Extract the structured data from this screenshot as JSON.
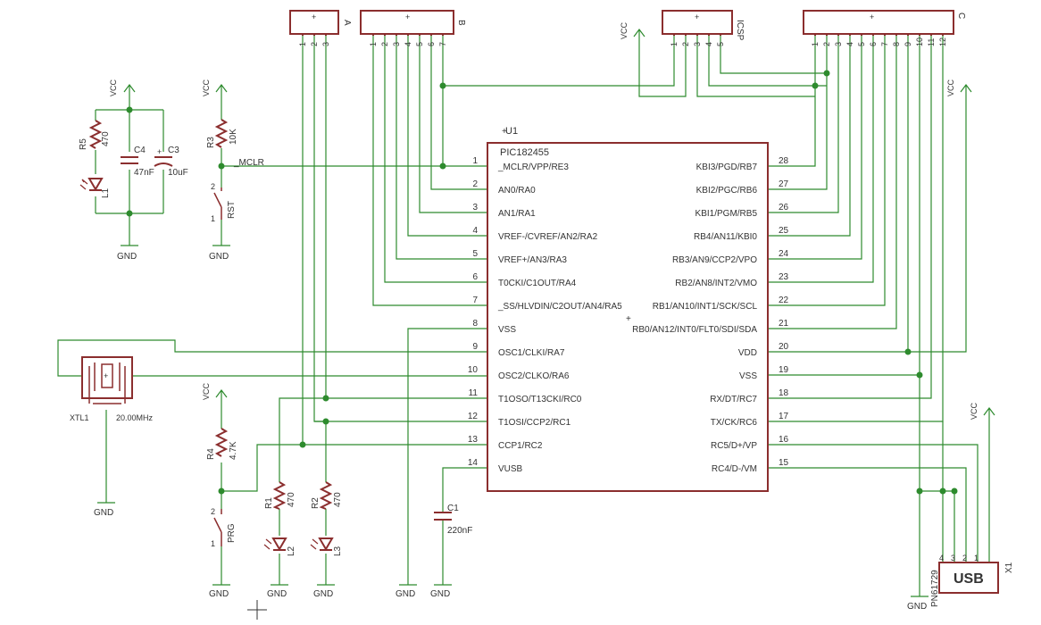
{
  "colors": {
    "wire": "#2e8b2e",
    "part": "#8b2e2e",
    "text": "#333333",
    "background": "#ffffff"
  },
  "mcu": {
    "ref": "U1",
    "value": "PIC182455",
    "left_pins": [
      {
        "num": "1",
        "name": "_MCLR/VPP/RE3"
      },
      {
        "num": "2",
        "name": "AN0/RA0"
      },
      {
        "num": "3",
        "name": "AN1/RA1"
      },
      {
        "num": "4",
        "name": "VREF-/CVREF/AN2/RA2"
      },
      {
        "num": "5",
        "name": "VREF+/AN3/RA3"
      },
      {
        "num": "6",
        "name": "T0CKI/C1OUT/RA4"
      },
      {
        "num": "7",
        "name": "_SS/HLVDIN/C2OUT/AN4/RA5"
      },
      {
        "num": "8",
        "name": "VSS"
      },
      {
        "num": "9",
        "name": "OSC1/CLKI/RA7"
      },
      {
        "num": "10",
        "name": "OSC2/CLKO/RA6"
      },
      {
        "num": "11",
        "name": "T1OSO/T13CKI/RC0"
      },
      {
        "num": "12",
        "name": "T1OSI/CCP2/RC1"
      },
      {
        "num": "13",
        "name": "CCP1/RC2"
      },
      {
        "num": "14",
        "name": "VUSB"
      }
    ],
    "right_pins": [
      {
        "num": "28",
        "name": "KBI3/PGD/RB7"
      },
      {
        "num": "27",
        "name": "KBI2/PGC/RB6"
      },
      {
        "num": "26",
        "name": "KBI1/PGM/RB5"
      },
      {
        "num": "25",
        "name": "RB4/AN11/KBI0"
      },
      {
        "num": "24",
        "name": "RB3/AN9/CCP2/VPO"
      },
      {
        "num": "23",
        "name": "RB2/AN8/INT2/VMO"
      },
      {
        "num": "22",
        "name": "RB1/AN10/INT1/SCK/SCL"
      },
      {
        "num": "21",
        "name": "RB0/AN12/INT0/FLT0/SDI/SDA"
      },
      {
        "num": "20",
        "name": "VDD"
      },
      {
        "num": "19",
        "name": "VSS"
      },
      {
        "num": "18",
        "name": "RX/DT/RC7"
      },
      {
        "num": "17",
        "name": "TX/CK/RC6"
      },
      {
        "num": "16",
        "name": "RC5/D+/VP"
      },
      {
        "num": "15",
        "name": "RC4/D-/VM"
      }
    ]
  },
  "headers": {
    "a": {
      "label": "A",
      "pins": [
        "1",
        "2",
        "3"
      ]
    },
    "b": {
      "label": "B",
      "pins": [
        "1",
        "2",
        "3",
        "4",
        "5",
        "6",
        "7"
      ]
    },
    "icsp": {
      "label": "ICSP",
      "pins": [
        "1",
        "2",
        "3",
        "4",
        "5"
      ]
    },
    "c": {
      "label": "C",
      "pins": [
        "1",
        "2",
        "3",
        "4",
        "5",
        "6",
        "7",
        "8",
        "9",
        "10",
        "11",
        "12"
      ]
    }
  },
  "parts": {
    "r5": {
      "ref": "R5",
      "value": "470"
    },
    "c4": {
      "ref": "C4",
      "value": "47nF"
    },
    "c3": {
      "ref": "C3",
      "value": "10uF"
    },
    "l1": {
      "ref": "L1"
    },
    "r3": {
      "ref": "R3",
      "value": "10K"
    },
    "rst": {
      "ref": "RST",
      "pin1": "1",
      "pin2": "2"
    },
    "xtl1": {
      "ref": "XTL1",
      "value": "20.00MHz"
    },
    "r4": {
      "ref": "R4",
      "value": "4.7K"
    },
    "prg": {
      "ref": "PRG",
      "pin1": "1",
      "pin2": "2"
    },
    "r1": {
      "ref": "R1",
      "value": "470"
    },
    "r2": {
      "ref": "R2",
      "value": "470"
    },
    "l2": {
      "ref": "L2"
    },
    "l3": {
      "ref": "L3"
    },
    "c1": {
      "ref": "C1",
      "value": "220nF"
    },
    "x1": {
      "ref": "X1",
      "value": "PN61729",
      "body": "USB",
      "pins": [
        "4",
        "3",
        "2",
        "1"
      ]
    }
  },
  "nets": {
    "mclr": "_MCLR",
    "vcc": "VCC",
    "gnd": "GND"
  }
}
